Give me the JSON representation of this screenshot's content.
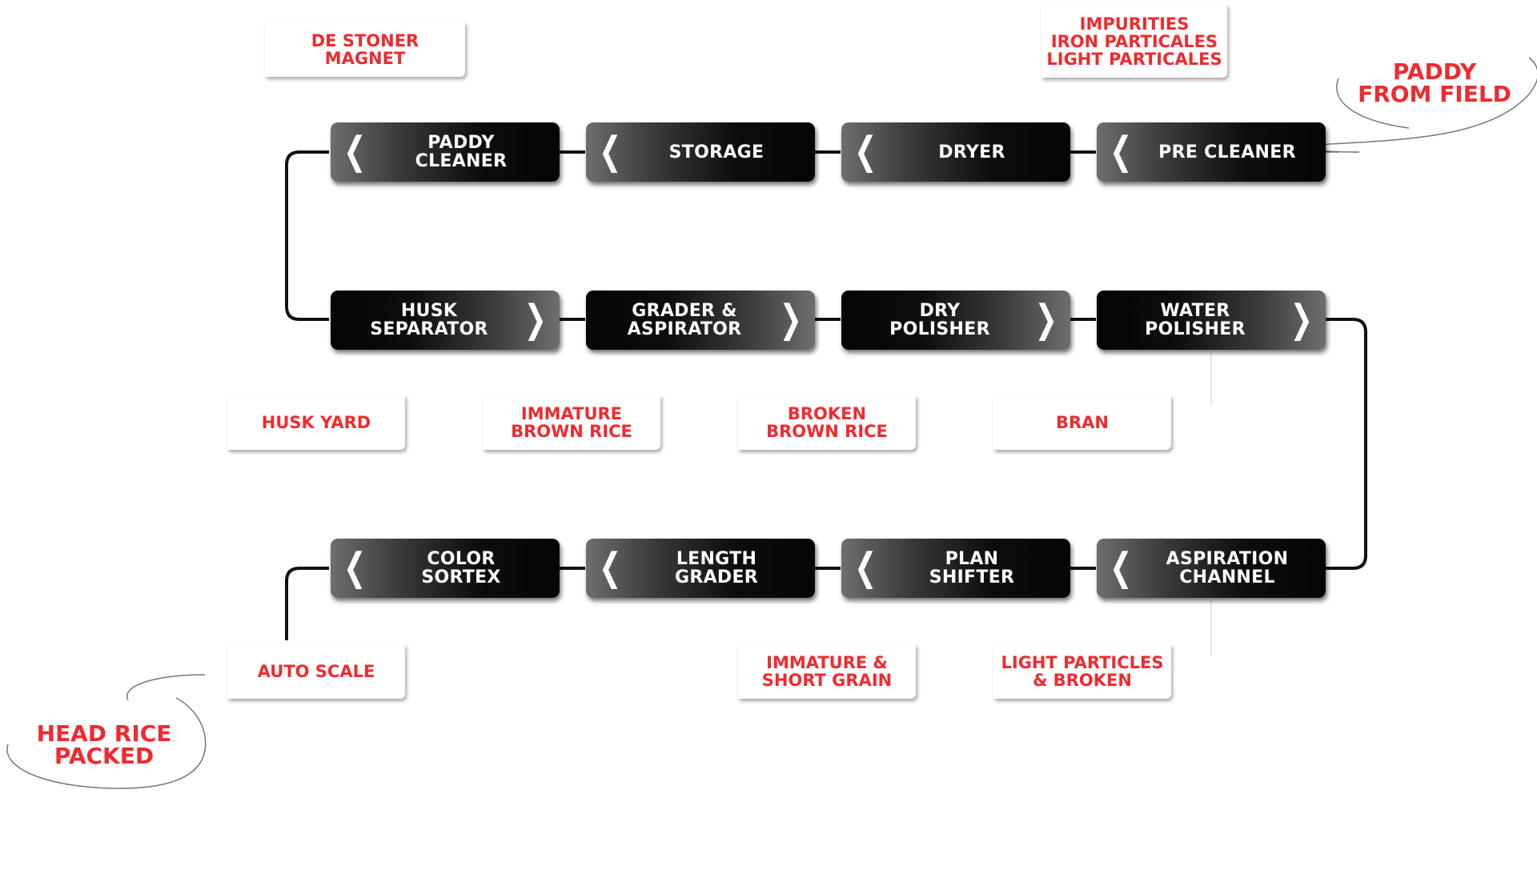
{
  "process_nodes": [
    {
      "id": "paddy-cleaner",
      "label": "PADDY\nCLEANER",
      "arrow": "❮",
      "direction": "left"
    },
    {
      "id": "storage",
      "label": "STORAGE",
      "arrow": "❮",
      "direction": "left"
    },
    {
      "id": "dryer",
      "label": "DRYER",
      "arrow": "❮",
      "direction": "left"
    },
    {
      "id": "pre-cleaner",
      "label": "PRE CLEANER",
      "arrow": "❮",
      "direction": "left"
    },
    {
      "id": "husk-separator",
      "label": "HUSK\nSEPARATOR",
      "arrow": "❯",
      "direction": "right"
    },
    {
      "id": "grader-aspirator",
      "label": "GRADER &\nASPIRATOR",
      "arrow": "❯",
      "direction": "right"
    },
    {
      "id": "dry-polisher",
      "label": "DRY\nPOLISHER",
      "arrow": "❯",
      "direction": "right"
    },
    {
      "id": "water-polisher",
      "label": "WATER\nPOLISHER",
      "arrow": "❯",
      "direction": "right"
    },
    {
      "id": "color-sortex",
      "label": "COLOR\nSORTEX",
      "arrow": "❮",
      "direction": "left"
    },
    {
      "id": "length-grader",
      "label": "LENGTH\nGRADER",
      "arrow": "❮",
      "direction": "left"
    },
    {
      "id": "plan-shifter",
      "label": "PLAN\nSHIFTER",
      "arrow": "❮",
      "direction": "left"
    },
    {
      "id": "aspiration-channel",
      "label": "ASPIRATION\nCHANNEL",
      "arrow": "❮",
      "direction": "left"
    }
  ],
  "output_cards": [
    {
      "id": "de-stoner-magnet",
      "label": "DE STONER\nMAGNET"
    },
    {
      "id": "impurities",
      "label": "IMPURITIES\nIRON PARTICALES\nLIGHT PARTICALES"
    },
    {
      "id": "husk-yard",
      "label": "HUSK YARD"
    },
    {
      "id": "immature-brown-rice",
      "label": "IMMATURE\nBROWN RICE"
    },
    {
      "id": "broken-brown-rice",
      "label": "BROKEN\nBROWN RICE"
    },
    {
      "id": "bran",
      "label": "BRAN"
    },
    {
      "id": "auto-scale",
      "label": "AUTO SCALE"
    },
    {
      "id": "immature-short-grain",
      "label": "IMMATURE &\nSHORT GRAIN"
    },
    {
      "id": "light-particles-broken",
      "label": "LIGHT PARTICLES\n& BROKEN"
    }
  ],
  "terminals": {
    "start": "PADDY\nFROM FIELD",
    "end": "HEAD RICE\nPACKED"
  },
  "colors": {
    "accent_red": "#ee2b2f",
    "node_dark": "#050505",
    "node_light": "#6e6e6e",
    "connector": "#111111"
  }
}
